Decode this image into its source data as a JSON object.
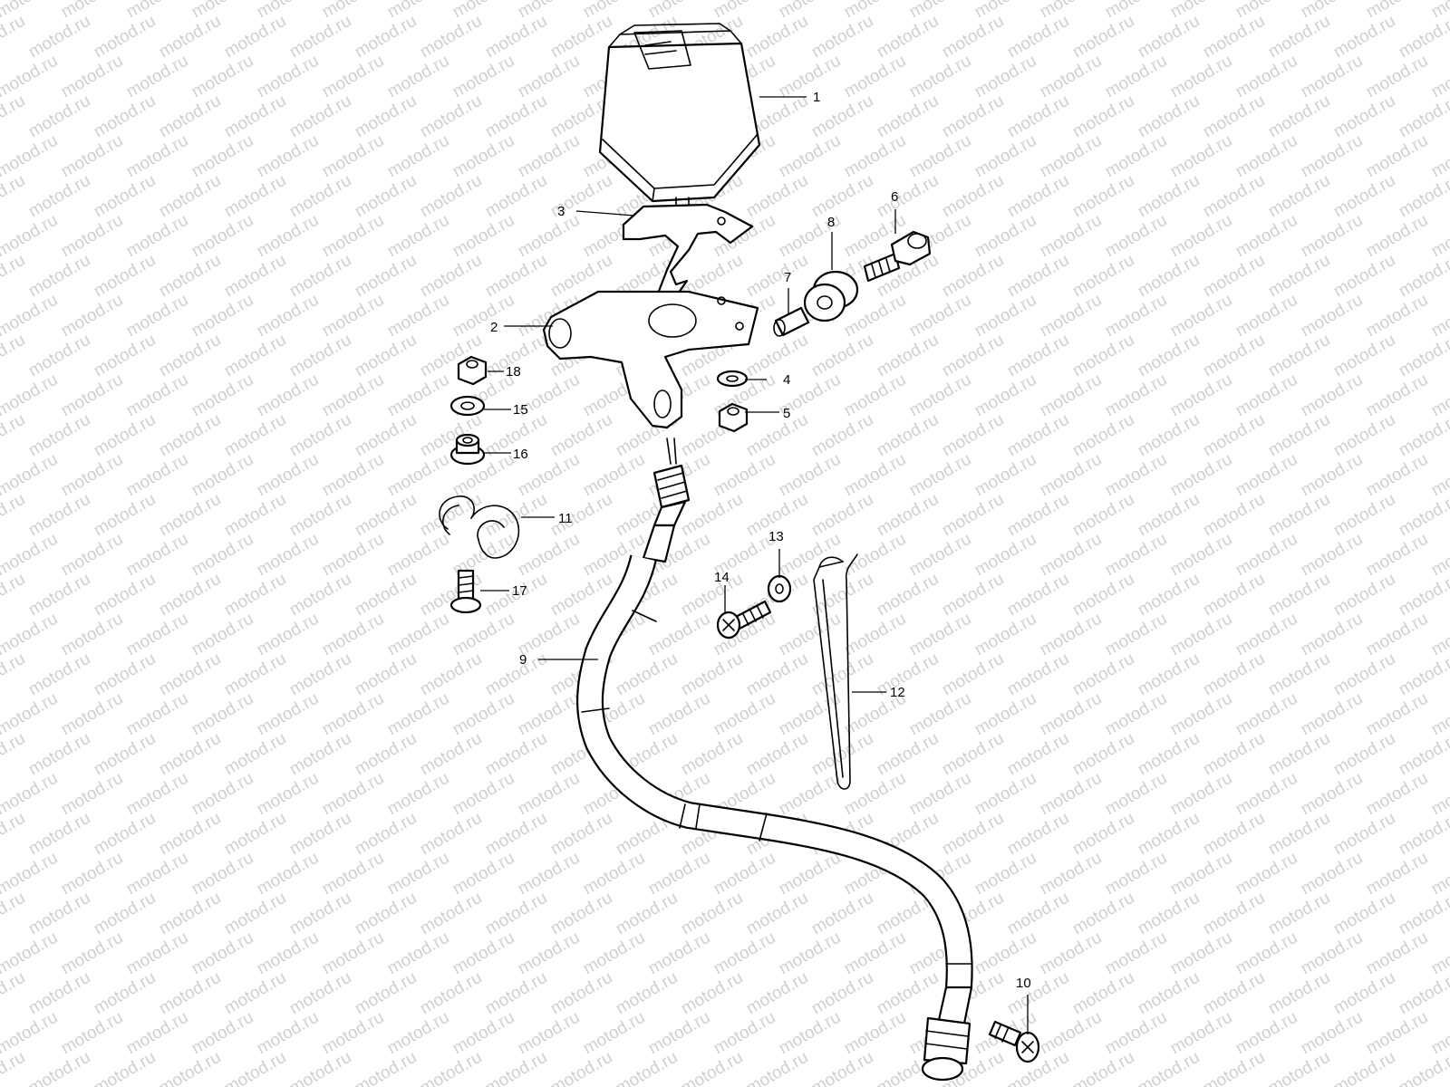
{
  "watermark": {
    "text": "motod.ru",
    "color": "#cfcfcf"
  },
  "diagram": {
    "line_color": "#000000",
    "background": "#ffffff",
    "parts": [
      {
        "number": "1",
        "part": "speedometer-housing"
      },
      {
        "number": "2",
        "part": "mounting-bracket"
      },
      {
        "number": "3",
        "part": "meter-plate"
      },
      {
        "number": "4",
        "part": "washer"
      },
      {
        "number": "5",
        "part": "nut"
      },
      {
        "number": "6",
        "part": "bolt"
      },
      {
        "number": "7",
        "part": "collar"
      },
      {
        "number": "8",
        "part": "cushion"
      },
      {
        "number": "9",
        "part": "speedometer-cable"
      },
      {
        "number": "10",
        "part": "screw"
      },
      {
        "number": "11",
        "part": "cable-clip"
      },
      {
        "number": "12",
        "part": "clamp-wire"
      },
      {
        "number": "13",
        "part": "washer"
      },
      {
        "number": "14",
        "part": "screw"
      },
      {
        "number": "15",
        "part": "washer"
      },
      {
        "number": "16",
        "part": "grommet"
      },
      {
        "number": "17",
        "part": "screw"
      },
      {
        "number": "18",
        "part": "nut"
      }
    ]
  }
}
